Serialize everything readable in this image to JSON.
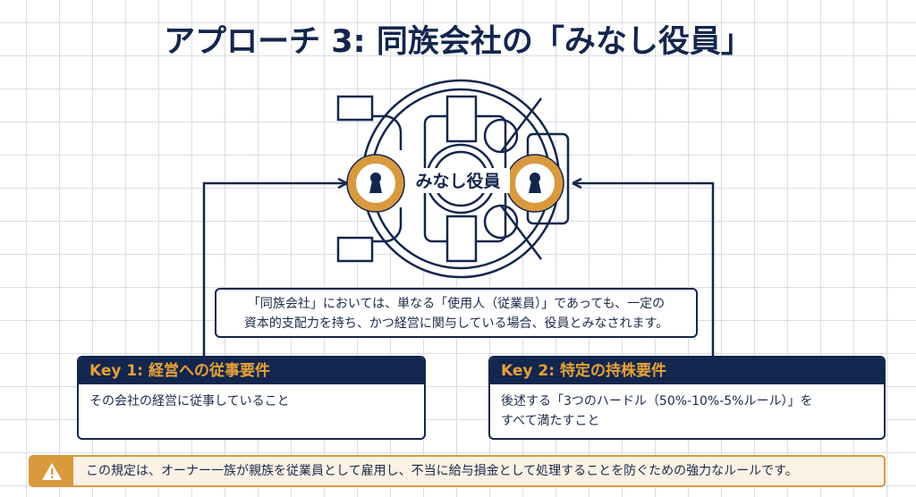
{
  "title": "アプローチ 3: 同族会社の「みなし役員」",
  "vault": {
    "label": "みなし役員",
    "icon": "vault-door-icon",
    "lock_icon": "keyhole-icon"
  },
  "description": {
    "line1": "「同族会社」においては、単なる「使用人（従業員）」であっても、一定の",
    "line2": "資本的支配力を持ち、かつ経営に関与している場合、役員とみなされます。"
  },
  "keys": [
    {
      "title": "Key 1: 経営への従事要件",
      "body": "その会社の経営に従事していること"
    },
    {
      "title": "Key 2: 特定の持株要件",
      "body_line1": "後述する「3つのハードル（50%-10%-5%ルール）」を",
      "body_line2": "すべて満たすこと"
    }
  ],
  "note": {
    "icon": "warning-icon",
    "text": "この規定は、オーナー一族が親族を従業員として雇用し、不当に給与損金として処理することを防ぐための強力なルールです。"
  },
  "colors": {
    "navy": "#13264d",
    "orange": "#d99a3e",
    "beige": "#fbf1e4"
  }
}
